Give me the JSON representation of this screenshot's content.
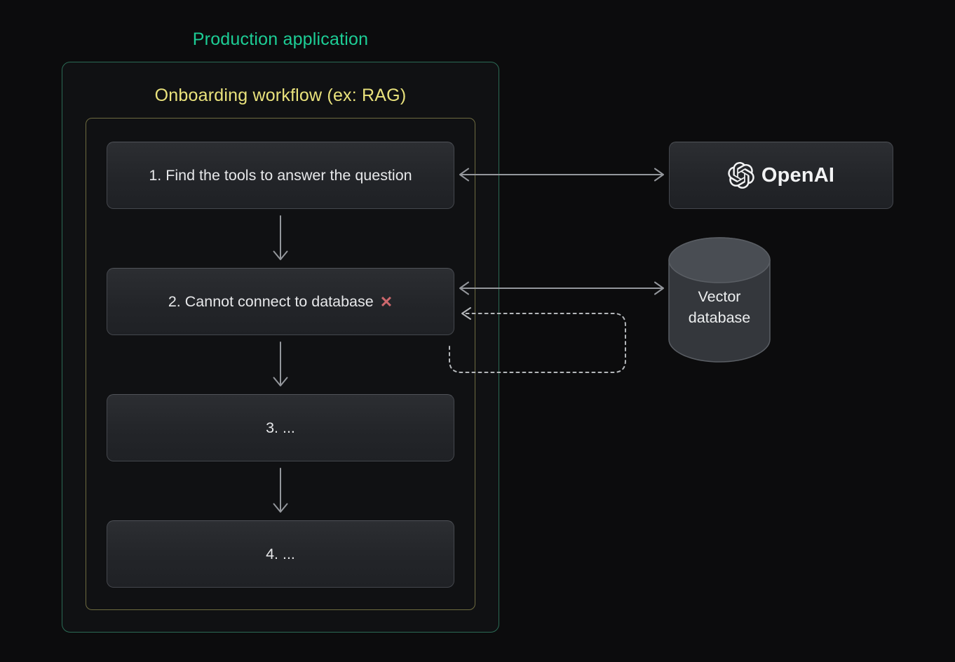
{
  "diagram": {
    "production_label": "Production application",
    "workflow_label": "Onboarding workflow (ex: RAG)",
    "steps": [
      {
        "label": "1. Find the tools to answer the question",
        "status": "ok"
      },
      {
        "label": "2. Cannot connect to database",
        "status": "error",
        "status_icon": "✕"
      },
      {
        "label": "3. ...",
        "status": "ok"
      },
      {
        "label": "4. ...",
        "status": "ok"
      }
    ],
    "external": {
      "openai": {
        "label": "OpenAI",
        "icon": "openai-logo"
      },
      "vector_database": {
        "label": "Vector database",
        "shape": "cylinder"
      }
    },
    "connectors": [
      {
        "from": "step-1",
        "to": "step-2",
        "style": "solid",
        "direction": "down"
      },
      {
        "from": "step-2",
        "to": "step-3",
        "style": "solid",
        "direction": "down"
      },
      {
        "from": "step-3",
        "to": "step-4",
        "style": "solid",
        "direction": "down"
      },
      {
        "from": "step-1",
        "to": "openai",
        "style": "solid",
        "direction": "bidirectional"
      },
      {
        "from": "step-2",
        "to": "vector-database",
        "style": "solid",
        "direction": "bidirectional"
      },
      {
        "from": "step-2",
        "to": "step-2",
        "style": "dashed",
        "direction": "retry-loop-into-step-2"
      }
    ],
    "colors": {
      "background": "#0c0c0d",
      "production_title": "#1dcd95",
      "production_border": "#2b6b55",
      "workflow_title": "#e9e27c",
      "workflow_border": "#6e6b40",
      "card_text": "#e7e8ea",
      "error_x": "#cd686d",
      "arrow": "#94979c",
      "dashed_arrow": "#b5b8bb"
    }
  }
}
